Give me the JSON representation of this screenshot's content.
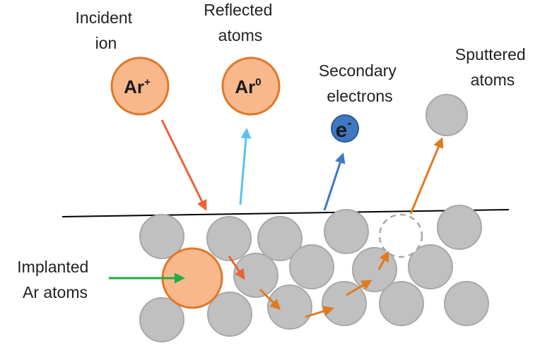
{
  "labels": {
    "incident": [
      "Incident",
      "ion"
    ],
    "reflected": [
      "Reflected",
      "atoms"
    ],
    "secondary": [
      "Secondary",
      "electrons"
    ],
    "sputtered": [
      "Sputtered",
      "atoms"
    ],
    "implanted": [
      "Implanted",
      "Ar atoms"
    ]
  },
  "particles": {
    "incident_ion": {
      "base": "Ar",
      "sup": "+"
    },
    "reflected_atom": {
      "base": "Ar",
      "sup": "0"
    },
    "electron": {
      "base": "e",
      "sup": "-"
    }
  },
  "colors": {
    "ion_fill": "#f8b88c",
    "ion_stroke": "#e0782a",
    "atom_fill": "#c0c0c0",
    "atom_stroke": "#a8a8a8",
    "vacancy_stroke": "#a8a8a8",
    "electron_fill": "#3f78c0",
    "incident_arrow": "#e8643a",
    "reflected_arrow": "#5ec0f0",
    "electron_arrow": "#3f78c0",
    "cascade_arrow": "#e07a20",
    "implant_arrow": "#22aa44",
    "surface_line": "#000000"
  }
}
